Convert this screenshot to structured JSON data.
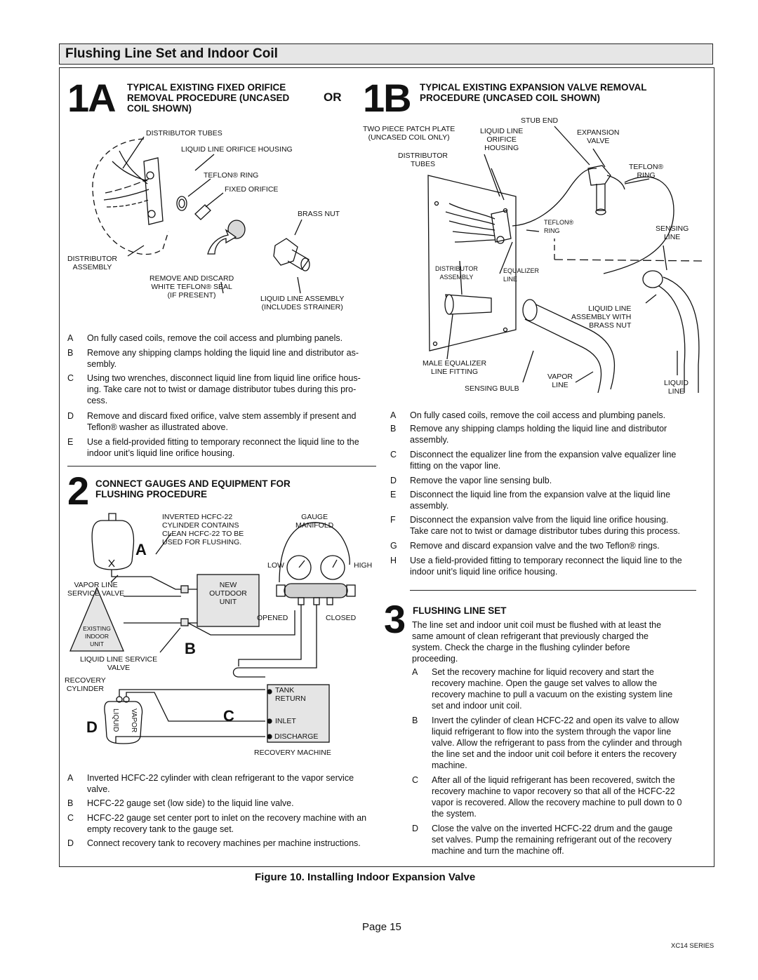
{
  "page_title": "Flushing Line Set and Indoor Coil",
  "sec1a": {
    "num": "1A",
    "heading": [
      "TYPICAL EXISTING FIXED ORIFICE",
      "REMOVAL PROCEDURE (UNCASED",
      "COIL SHOWN)"
    ],
    "or": "OR",
    "labels": {
      "distributor_tubes": "DISTRIBUTOR TUBES",
      "orifice_housing": "LIQUID LINE ORIFICE HOUSING",
      "teflon_ring": "TEFLON® RING",
      "fixed_orifice": "FIXED ORIFICE",
      "brass_nut": "BRASS NUT",
      "distributor_assembly": [
        "DISTRIBUTOR",
        "ASSEMBLY"
      ],
      "remove_discard": [
        "REMOVE AND DISCARD",
        "WHITE TEFLON® SEAL",
        "(IF PRESENT)"
      ],
      "liquid_line_assembly": [
        "LIQUID LINE ASSEMBLY",
        "(INCLUDES STRAINER)"
      ]
    },
    "steps": [
      {
        "k": "A",
        "lines": [
          "On fully cased coils, remove the coil access and plumbing panels."
        ]
      },
      {
        "k": "B",
        "lines": [
          "Remove any shipping clamps holding the liquid line and distributor as-",
          "sembly."
        ]
      },
      {
        "k": "C",
        "lines": [
          "Using two wrenches, disconnect liquid line from liquid line orifice hous-",
          "ing. Take care not to twist or damage distributor tubes during this pro-",
          "cess."
        ]
      },
      {
        "k": "D",
        "lines": [
          "Remove and discard fixed orifice, valve stem assembly if present and",
          "Teflon® washer as illustrated above."
        ]
      },
      {
        "k": "E",
        "lines": [
          "Use a field-provided fitting to temporary reconnect the liquid line to the",
          "indoor unit’s liquid line orifice housing."
        ]
      }
    ]
  },
  "sec1b": {
    "num": "1B",
    "heading": [
      "TYPICAL EXISTING EXPANSION VALVE REMOVAL",
      "PROCEDURE (UNCASED COIL SHOWN)"
    ],
    "labels": {
      "stub_end": "STUB END",
      "patch_plate": [
        "TWO PIECE PATCH PLATE",
        "(UNCASED COIL ONLY)"
      ],
      "orifice_housing": [
        "LIQUID LINE",
        "ORIFICE",
        "HOUSING"
      ],
      "expansion_valve": [
        "EXPANSION",
        "VALVE"
      ],
      "distributor_tubes": [
        "DISTRIBUTOR",
        "TUBES"
      ],
      "teflon_ring_1": [
        "TEFLON®",
        "RING"
      ],
      "teflon_ring_2": [
        "TEFLON®",
        "RING"
      ],
      "sensing_line": [
        "SENSING",
        "LINE"
      ],
      "distributor_assembly": [
        "DISTRIBUTOR",
        "ASSEMBLY"
      ],
      "equalizer_line": [
        "EQUALIZER",
        "LINE"
      ],
      "liquid_line_assembly": [
        "LIQUID LINE",
        "ASSEMBLY WITH",
        "BRASS NUT"
      ],
      "male_equalizer": [
        "MALE EQUALIZER",
        "LINE FITTING"
      ],
      "vapor_line": [
        "VAPOR",
        "LINE"
      ],
      "sensing_bulb": "SENSING BULB",
      "liquid_line": [
        "LIQUID",
        "LINE"
      ]
    },
    "steps": [
      {
        "k": "A",
        "lines": [
          "On fully cased coils, remove the coil access and plumbing panels."
        ]
      },
      {
        "k": "B",
        "lines": [
          "Remove any shipping clamps holding the liquid line and distributor",
          "assembly."
        ]
      },
      {
        "k": "C",
        "lines": [
          "Disconnect the equalizer line from the expansion valve equalizer line",
          "fitting on the vapor line."
        ]
      },
      {
        "k": "D",
        "lines": [
          "Remove the vapor line sensing bulb."
        ]
      },
      {
        "k": "E",
        "lines": [
          "Disconnect the liquid line from the expansion valve at the liquid line",
          "assembly."
        ]
      },
      {
        "k": "F",
        "lines": [
          "Disconnect the expansion valve from the liquid line orifice housing.",
          "Take care not to twist or damage distributor tubes during this process."
        ]
      },
      {
        "k": "G",
        "lines": [
          "Remove and discard expansion valve and the two Teflon® rings."
        ]
      },
      {
        "k": "H",
        "lines": [
          "Use a field-provided fitting to temporary reconnect the liquid line to the",
          "indoor unit’s liquid line orifice housing."
        ]
      }
    ]
  },
  "sec2": {
    "num": "2",
    "heading": [
      "CONNECT GAUGES AND EQUIPMENT FOR",
      "FLUSHING PROCEDURE"
    ],
    "labels": {
      "inverted": [
        "INVERTED HCFC-22",
        "CYLINDER CONTAINS",
        "CLEAN HCFC-22 TO BE",
        "USED FOR FLUSHING."
      ],
      "gauge_manifold": [
        "GAUGE",
        "MANIFOLD"
      ],
      "low": "LOW",
      "high": "HIGH",
      "vapor_service": [
        "VAPOR LINE",
        "SERVICE VALVE"
      ],
      "new_outdoor": [
        "NEW",
        "OUTDOOR",
        "UNIT"
      ],
      "opened": "OPENED",
      "closed": "CLOSED",
      "existing_indoor": [
        "EXISTING",
        "INDOOR",
        "UNIT"
      ],
      "liquid_service": [
        "LIQUID LINE SERVICE",
        "VALVE"
      ],
      "recovery_cylinder": [
        "RECOVERY",
        "CYLINDER"
      ],
      "tank_return": [
        "TANK",
        "RETURN"
      ],
      "inlet": "INLET",
      "discharge": "DISCHARGE",
      "recovery_machine": "RECOVERY MACHINE",
      "vapor": "VAPOR",
      "liquid": "LIQUID",
      "letter_a": "A",
      "letter_b": "B",
      "letter_c": "C",
      "letter_d": "D"
    },
    "steps": [
      {
        "k": "A",
        "lines": [
          "Inverted HCFC-22 cylinder with clean refrigerant to the vapor service",
          "valve."
        ]
      },
      {
        "k": "B",
        "lines": [
          "HCFC-22 gauge set (low side) to the liquid line valve."
        ]
      },
      {
        "k": "C",
        "lines": [
          "HCFC-22 gauge set center port to inlet on the recovery machine with an",
          "empty recovery tank to the gauge set."
        ]
      },
      {
        "k": "D",
        "lines": [
          "Connect recovery tank to recovery machines per machine instructions."
        ]
      }
    ]
  },
  "sec3": {
    "num": "3",
    "heading": "FLUSHING LINE SET",
    "intro": [
      "The line set and indoor unit coil must be flushed with at least the",
      "same amount of clean refrigerant that previously charged the",
      "system. Check the charge in the flushing cylinder before",
      "proceeding."
    ],
    "steps": [
      {
        "k": "A",
        "lines": [
          "Set the recovery machine for liquid recovery and start the",
          "recovery machine. Open the gauge set valves to allow the",
          "recovery machine to pull a vacuum on the existing system line",
          "set and indoor unit coil."
        ]
      },
      {
        "k": "B",
        "lines": [
          "Invert the cylinder of clean HCFC-22 and open its valve to allow",
          "liquid refrigerant to flow into the system through the vapor line",
          "valve. Allow the refrigerant to pass from the cylinder and through",
          "the line set and the indoor unit coil before it enters the recovery",
          "machine."
        ]
      },
      {
        "k": "C",
        "lines": [
          "After all of the liquid refrigerant has been recovered, switch the",
          "recovery machine to vapor recovery so that all of the HCFC-22",
          "vapor is recovered. Allow the recovery machine to pull down to 0",
          "the system."
        ]
      },
      {
        "k": "D",
        "lines": [
          "Close the valve on the inverted HCFC-22 drum and the gauge",
          "set valves. Pump the remaining refrigerant out of the recovery",
          "machine and turn the machine off."
        ]
      }
    ]
  },
  "figure_caption": "Figure 10. Installing Indoor Expansion Valve",
  "page": "Page 15",
  "series": "XC14 SERIES"
}
